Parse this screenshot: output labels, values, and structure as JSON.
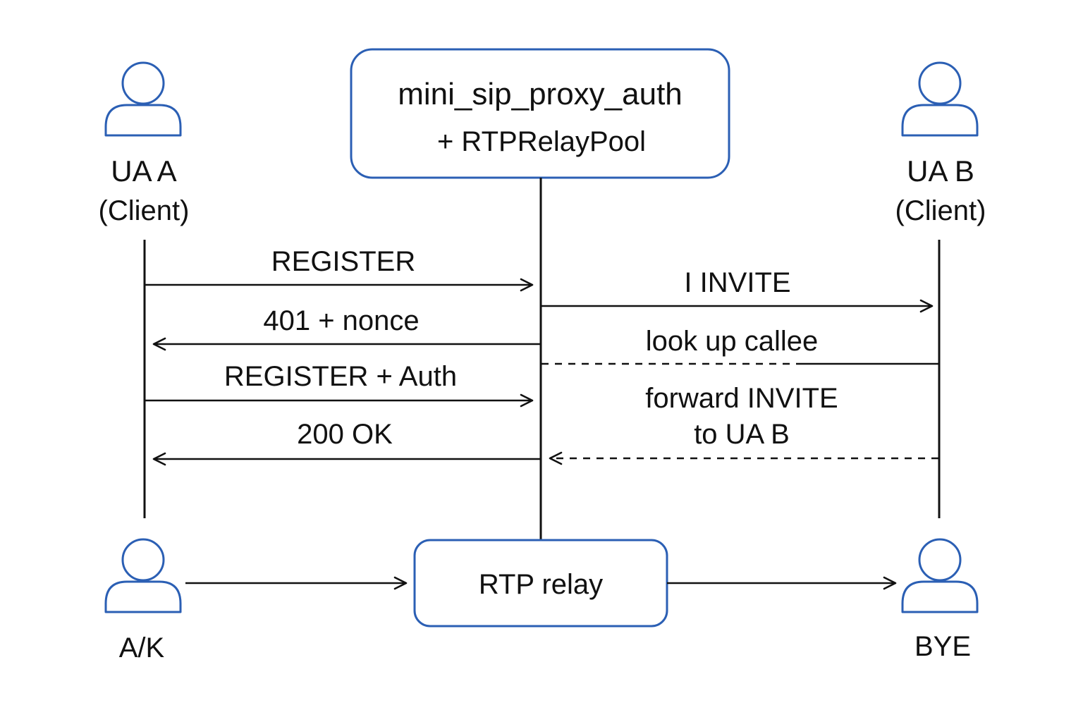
{
  "colors": {
    "accent": "#2b5fb4",
    "line": "#111111",
    "background": "#ffffff"
  },
  "proxy": {
    "name": "mini_sip_proxy_auth",
    "subtitle": "+ RTPRelayPool"
  },
  "ua_a": {
    "name": "UA A",
    "role": "(Client)",
    "icon": "user-icon"
  },
  "ua_b": {
    "name": "UA B",
    "role": "(Client)",
    "icon": "user-icon"
  },
  "messages": {
    "register": "REGISTER",
    "challenge": "401 + nonce",
    "register_auth": "REGISTER + Auth",
    "ok": "200 OK",
    "invite": "I INVITE",
    "lookup": "look up callee",
    "forward_line1": "forward INVITE",
    "forward_line2": "to UA B"
  },
  "bottom": {
    "left_label": "A/K",
    "relay_label": "RTP relay",
    "right_label": "BYE"
  }
}
